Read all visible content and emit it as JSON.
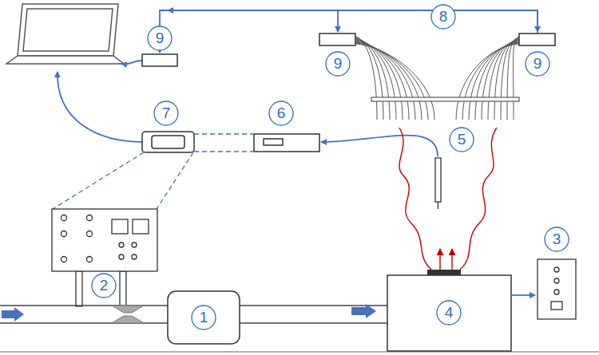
{
  "diagram": {
    "labels": [
      "8",
      "9",
      "9",
      "9",
      "7",
      "6",
      "5",
      "3",
      "2",
      "1",
      "4"
    ]
  }
}
